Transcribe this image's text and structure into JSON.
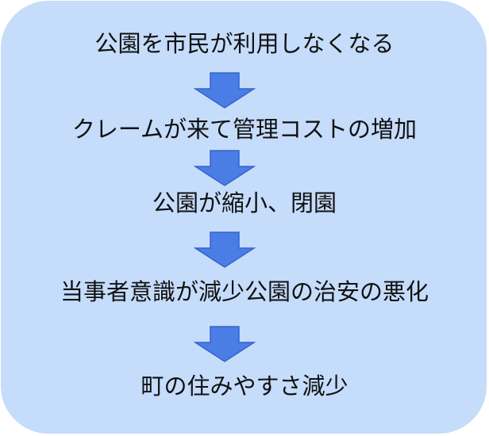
{
  "steps": [
    "公園を市民が利用しなくなる",
    "クレームが来て管理コストの増加",
    "公園が縮小、閉園",
    "当事者意識が減少公園の治安の悪化",
    "町の住みやすさ減少"
  ],
  "colors": {
    "background": "#c5dcfb",
    "arrow_fill": "#4a7de6",
    "arrow_stroke": "#3565c8"
  },
  "arrow_icon": "down-arrow-icon"
}
